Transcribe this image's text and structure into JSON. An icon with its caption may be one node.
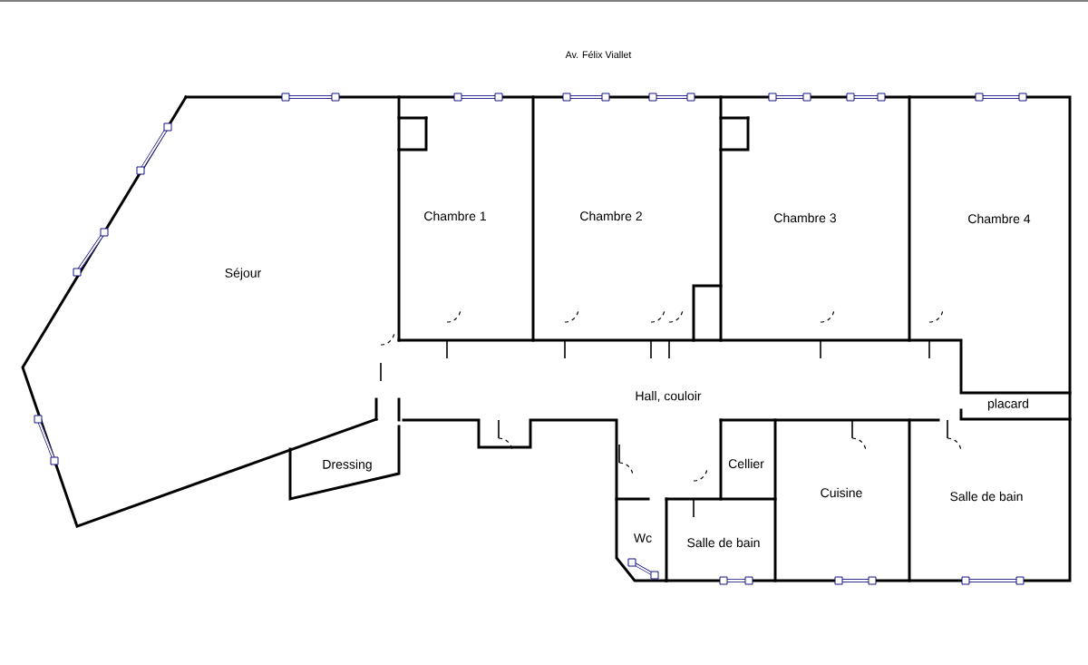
{
  "diagram": {
    "nodes": [
      {
        "text": [
          "Chambre 1"
        ]
      },
      {
        "text": [
          "Chambre 2"
        ]
      },
      {
        "text": [
          "Chambre 3"
        ]
      },
      {
        "text": [
          "Chambre 4"
        ]
      },
      {
        "text": [
          "Séjour"
        ]
      },
      {
        "text": [
          "Hall, couloir"
        ]
      },
      {
        "text": [
          "placard"
        ]
      },
      {
        "text": [
          "Dressing"
        ]
      },
      {
        "text": [
          "Cellier"
        ]
      },
      {
        "text": [
          "Cuisine"
        ]
      },
      {
        "text": [
          "Salle de bain"
        ]
      },
      {
        "text": [
          "Wc"
        ]
      },
      {
        "text": [
          "Salle de bain"
        ]
      }
    ],
    "labels": [
      "Av. Félix Viallet"
    ]
  }
}
